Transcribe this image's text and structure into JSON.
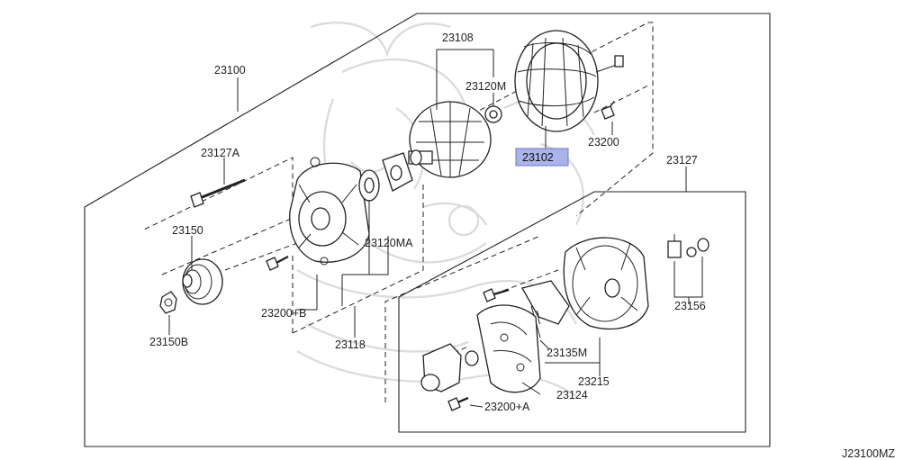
{
  "diagram_code": "J23100MZ",
  "highlight_color": "#aab4e8",
  "labels": {
    "p23100": "23100",
    "p23108": "23108",
    "p23120M": "23120M",
    "p23102": "23102",
    "p23200": "23200",
    "p23127A": "23127A",
    "p23127": "23127",
    "p23150": "23150",
    "p23120MA": "23120MA",
    "p23200B": "23200+B",
    "p23118": "23118",
    "p23150B": "23150B",
    "p23156": "23156",
    "p23135M": "23135M",
    "p23215": "23215",
    "p23124": "23124",
    "p23200A": "23200+A"
  }
}
